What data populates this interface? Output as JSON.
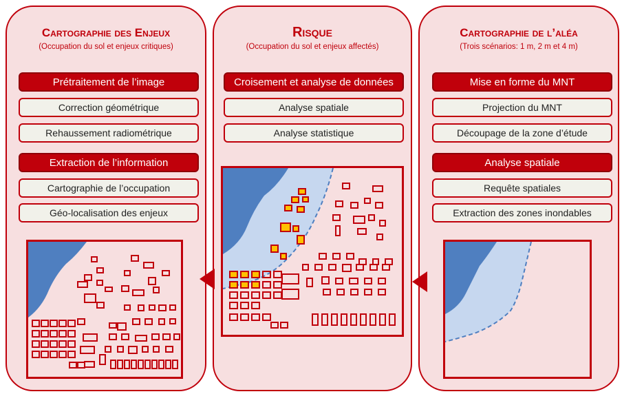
{
  "panels": {
    "left": {
      "title": "Cartographie des Enjeux",
      "subtitle": "(Occupation du sol et enjeux critiques)",
      "steps": [
        {
          "label": "Prétraitement de l’image",
          "header": true
        },
        {
          "label": "Correction géométrique",
          "header": false
        },
        {
          "label": "Rehaussement radiométrique",
          "header": false
        },
        {
          "label": "Extraction de l’information",
          "header": true
        },
        {
          "label": "Cartographie de l’occupation",
          "header": false
        },
        {
          "label": "Géo-localisation des enjeux",
          "header": false
        }
      ]
    },
    "center": {
      "title": "Risque",
      "subtitle": "(Occupation du sol et enjeux  affectés)",
      "steps": [
        {
          "label": "Croisement  et analyse de données",
          "header": true
        },
        {
          "label": "Analyse spatiale",
          "header": false
        },
        {
          "label": "Analyse statistique",
          "header": false
        }
      ]
    },
    "right": {
      "title": "Cartographie de l’aléa",
      "subtitle": "(Trois scénarios:  1 m, 2 m et 4 m)",
      "steps": [
        {
          "label": "Mise en forme du MNT",
          "header": true
        },
        {
          "label": "Projection du MNT",
          "header": false
        },
        {
          "label": "Découpage de la zone d’étude",
          "header": false
        },
        {
          "label": "Analyse spatiale",
          "header": true
        },
        {
          "label": "Requête spatiales",
          "header": false
        },
        {
          "label": "Extraction des zones inondables",
          "header": false
        }
      ]
    }
  },
  "colors": {
    "accent": "#c0000b",
    "panel_bg": "#f7dfe0",
    "step_bg": "#f1f1ea",
    "water_dark": "#4f7fc0",
    "flood_zone": "#c6d7ef",
    "affected": "#ffc000"
  }
}
